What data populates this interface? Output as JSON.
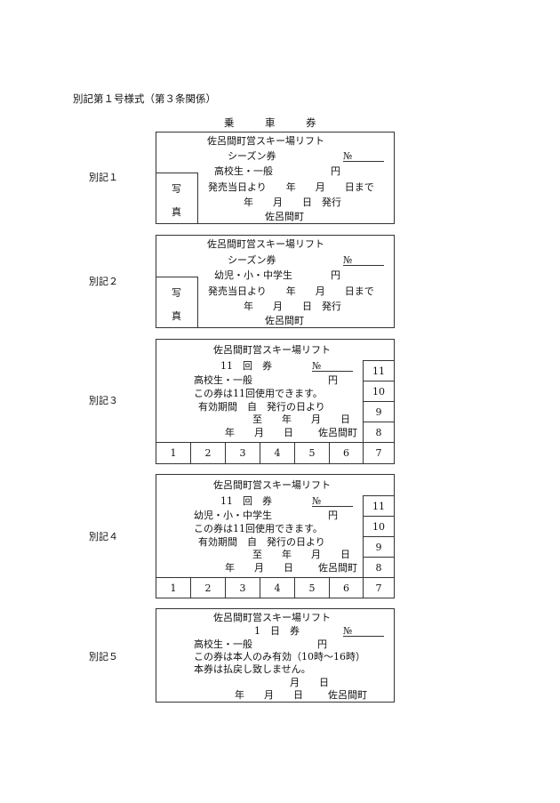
{
  "header": "別記第１号様式（第３条関係）",
  "heading": "乗　　　車　　　券",
  "tickets": [
    {
      "label": "別記１",
      "title": "佐呂間町営スキー場リフト",
      "type": "シーズン券",
      "no": "№",
      "category": "高校生・一般",
      "yen": "円",
      "photo_top": "写",
      "photo_bottom": "真",
      "validity": "発売当日より　　年　　月　　日まで",
      "issue": "年　　月　　日　発行",
      "issuer": "佐呂間町"
    },
    {
      "label": "別記２",
      "title": "佐呂間町営スキー場リフト",
      "type": "シーズン券",
      "no": "№",
      "category": "幼児・小・中学生",
      "yen": "円",
      "photo_top": "写",
      "photo_bottom": "真",
      "validity": "発売当日より　　年　　月　　日まで",
      "issue": "年　　月　　日　発行",
      "issuer": "佐呂間町"
    },
    {
      "label": "別記３",
      "title": "佐呂間町営スキー場リフト",
      "type": "11　回　券",
      "no": "№",
      "category": "高校生・一般",
      "yen": "円",
      "note": "この券は11回使用できます。",
      "period1": "有効期間　自　発行の日より",
      "period2": "至　　年　　月　　日",
      "issue": "年　　月　　日",
      "issuer": "佐呂間町",
      "side_numbers": [
        "11",
        "10",
        "9",
        "8"
      ],
      "bottom_numbers": [
        "1",
        "2",
        "3",
        "4",
        "5",
        "6",
        "7"
      ]
    },
    {
      "label": "別記４",
      "title": "佐呂間町営スキー場リフト",
      "type": "11　回　券",
      "no": "№",
      "category": "幼児・小・中学生",
      "yen": "円",
      "note": "この券は11回使用できます。",
      "period1": "有効期間　自　発行の日より",
      "period2": "至　　年　　月　　日",
      "issue": "年　　月　　日",
      "issuer": "佐呂間町",
      "side_numbers": [
        "11",
        "10",
        "9",
        "8"
      ],
      "bottom_numbers": [
        "1",
        "2",
        "3",
        "4",
        "5",
        "6",
        "7"
      ]
    },
    {
      "label": "別記５",
      "title": "佐呂間町営スキー場リフト",
      "type": "1　日　券",
      "no": "№",
      "category": "高校生・一般",
      "yen": "円",
      "note": "この券は本人のみ有効（10時～16時）",
      "note2": "本券は払戻し致しません。",
      "date": "月　　日",
      "issue": "年　　月　　日",
      "issuer": "佐呂間町"
    }
  ]
}
